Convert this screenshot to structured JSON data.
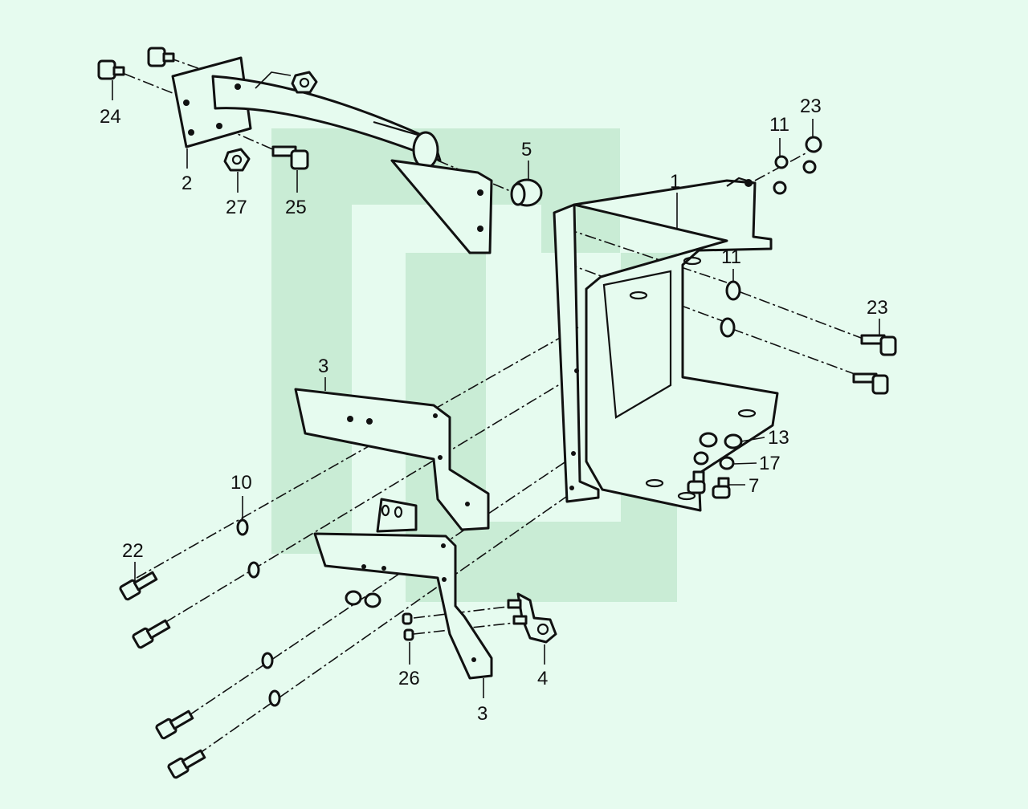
{
  "colors": {
    "background": "#e6fbef",
    "ink": "#111111",
    "watermark": "#c9ecd5"
  },
  "watermark": {
    "icon": "bracket-logo-watermark"
  },
  "callouts": [
    {
      "id": "c1",
      "label": "1"
    },
    {
      "id": "c2",
      "label": "2"
    },
    {
      "id": "c3a",
      "label": "3"
    },
    {
      "id": "c3b",
      "label": "3"
    },
    {
      "id": "c4",
      "label": "4"
    },
    {
      "id": "c5",
      "label": "5"
    },
    {
      "id": "c7",
      "label": "7"
    },
    {
      "id": "c10",
      "label": "10"
    },
    {
      "id": "c11a",
      "label": "11"
    },
    {
      "id": "c11b",
      "label": "11"
    },
    {
      "id": "c13",
      "label": "13"
    },
    {
      "id": "c17",
      "label": "17"
    },
    {
      "id": "c22",
      "label": "22"
    },
    {
      "id": "c23a",
      "label": "23"
    },
    {
      "id": "c23b",
      "label": "23"
    },
    {
      "id": "c24",
      "label": "24"
    },
    {
      "id": "c25",
      "label": "25"
    },
    {
      "id": "c26",
      "label": "26"
    },
    {
      "id": "c27",
      "label": "27"
    }
  ]
}
